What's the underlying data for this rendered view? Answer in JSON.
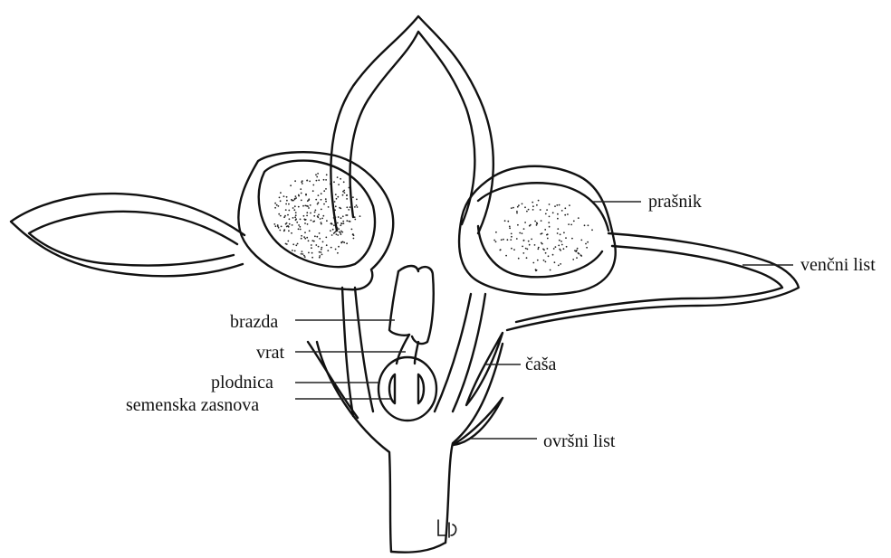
{
  "diagram": {
    "labels": {
      "prasnik": "prašnik",
      "vencni_list": "venčni list",
      "brazda": "brazda",
      "vrat": "vrat",
      "plodnica": "plodnica",
      "semenska_zasnova": "semenska zasnova",
      "casa": "čaša",
      "ovrsni_list": "ovršni list"
    },
    "colors": {
      "ink": "#111111",
      "background": "#ffffff"
    }
  }
}
